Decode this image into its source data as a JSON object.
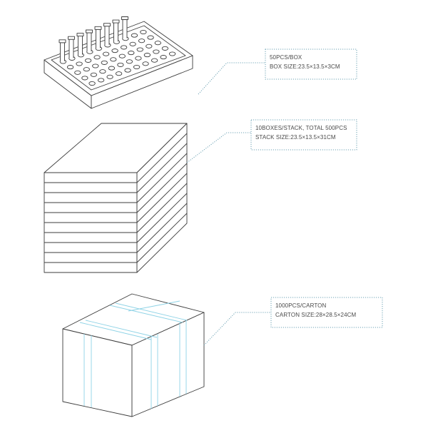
{
  "callouts": [
    {
      "line1": "50PCS/BOX",
      "line2": "BOX SIZE:23.5×13.5×3CM"
    },
    {
      "line1": "10BOXES/STACK, TOTAL 500PCS",
      "line2": "STACK SIZE:23.5×13.5×31CM"
    },
    {
      "line1": "1000PCS/CARTON",
      "line2": "CARTON SIZE:28×28.5×24CM"
    }
  ],
  "colors": {
    "line": "#3c3c3c",
    "leader": "#6fa3b5",
    "tape": "#8fd3e6",
    "text": "#4a4a4a"
  }
}
